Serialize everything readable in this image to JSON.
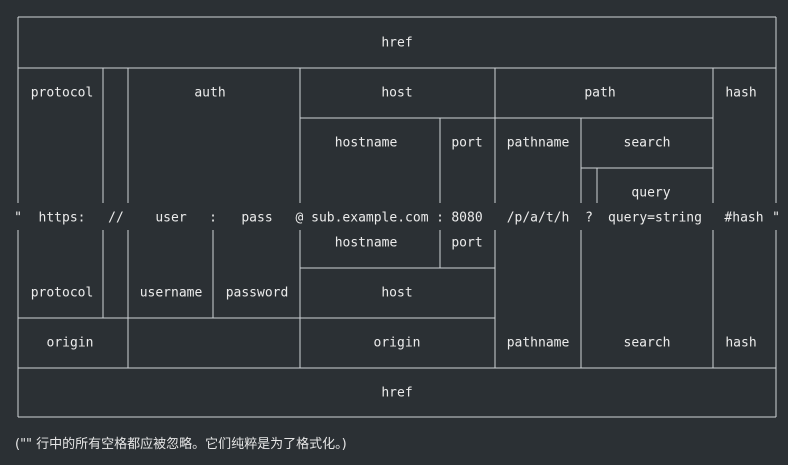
{
  "labels": {
    "href": "href",
    "protocol": "protocol",
    "auth": "auth",
    "host": "host",
    "path": "path",
    "hash": "hash",
    "hostname": "hostname",
    "port": "port",
    "pathname": "pathname",
    "search": "search",
    "query": "query",
    "username": "username",
    "password": "password",
    "origin": "origin"
  },
  "url_row": {
    "quote_open": "\"",
    "scheme": "https:",
    "slashes": "//",
    "user": "user",
    "colon1": ":",
    "pass": "pass",
    "host": "@ sub.example.com",
    "colon2": ":",
    "port": "8080",
    "pathname": "/p/a/t/h",
    "question": "?",
    "query": "query=string",
    "hash": "#hash",
    "quote_close": "\""
  },
  "footnote": "(\"\" 行中的所有空格都应被忽略。它们纯粹是为了格式化。)"
}
